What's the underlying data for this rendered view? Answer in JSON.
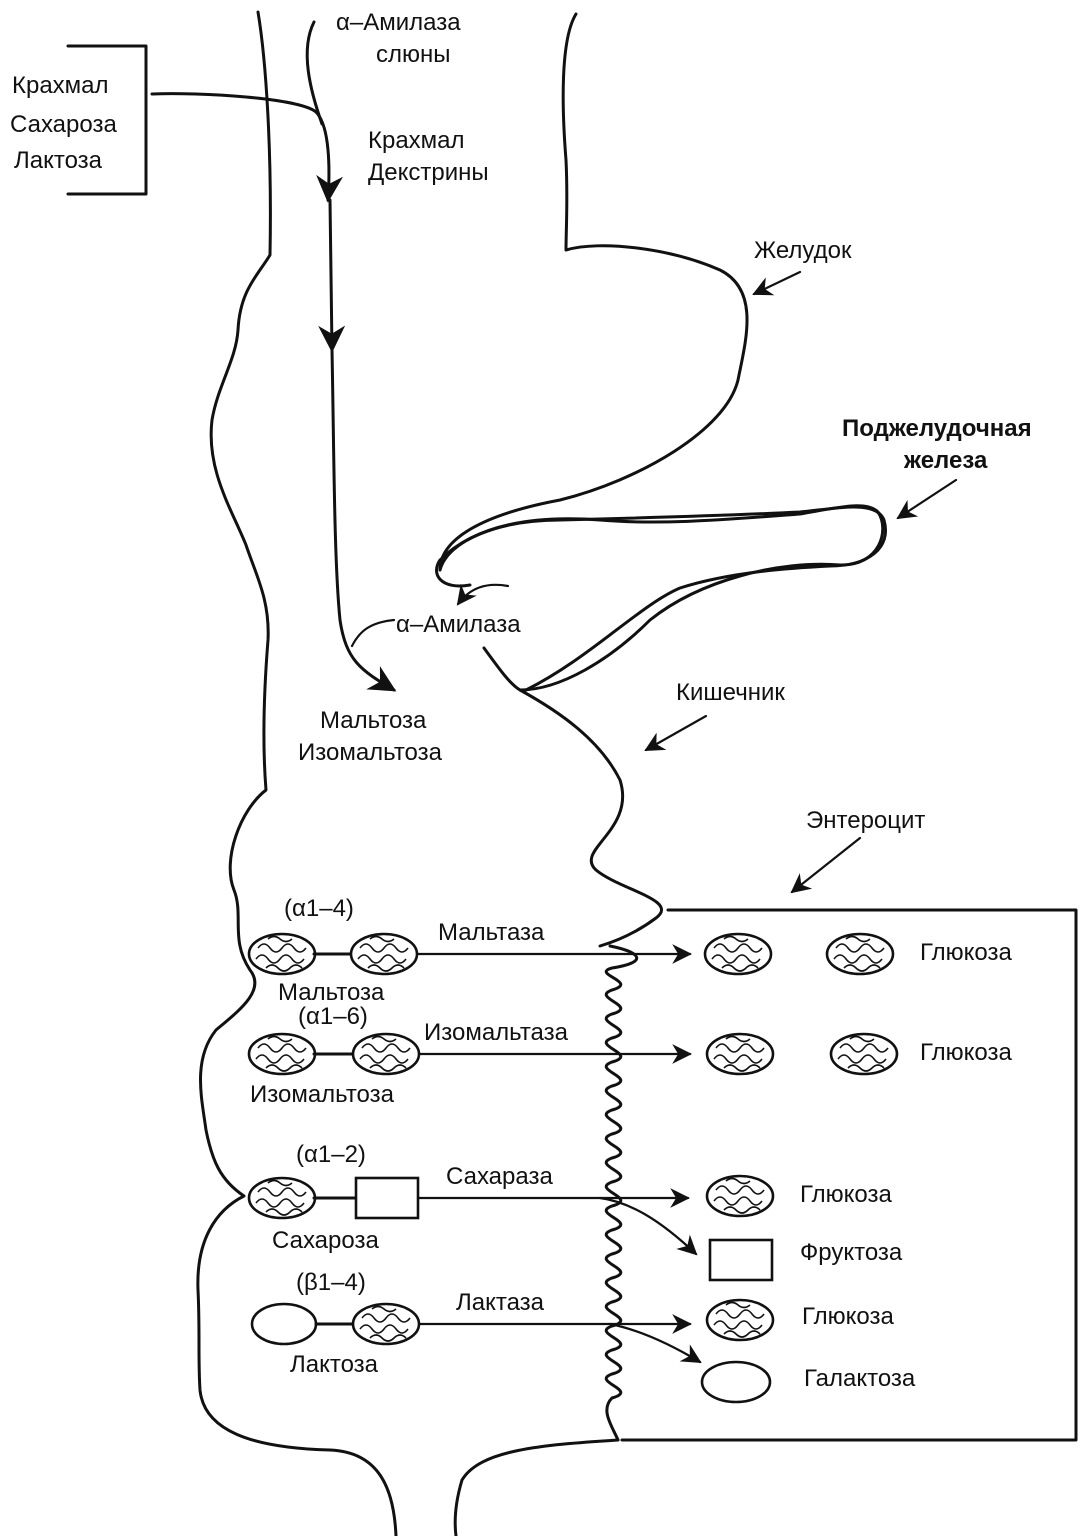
{
  "input_box": {
    "lines": [
      "Крахмал",
      "Сахароза",
      "Лактоза"
    ]
  },
  "organs": {
    "salivary_amylase": [
      "α–Амилаза",
      "слюны"
    ],
    "mouth_products": [
      "Крахмал",
      "Декстрины"
    ],
    "stomach": "Желудок",
    "pancreas": [
      "Поджелудочная",
      "железа"
    ],
    "pancreatic_amylase": "α–Амилаза",
    "intestine": "Кишечник",
    "intestine_products": [
      "Мальтоза",
      "Изомальтоза"
    ],
    "enterocyte": "Энтероцит"
  },
  "reactions": [
    {
      "bond": "(α1–4)",
      "substrate": "Мальтоза",
      "enzyme": "Мальтаза",
      "products": [
        "Глюкоза"
      ]
    },
    {
      "bond": "(α1–6)",
      "substrate": "Изомальтоза",
      "enzyme": "Изомальтаза",
      "products": [
        "Глюкоза"
      ]
    },
    {
      "bond": "(α1–2)",
      "substrate": "Сахароза",
      "enzyme": "Сахараза",
      "products": [
        "Глюкоза",
        "Фруктоза"
      ]
    },
    {
      "bond": "(β1–4)",
      "substrate": "Лактоза",
      "enzyme": "Лактаза",
      "products": [
        "Глюкоза",
        "Галактоза"
      ]
    }
  ]
}
